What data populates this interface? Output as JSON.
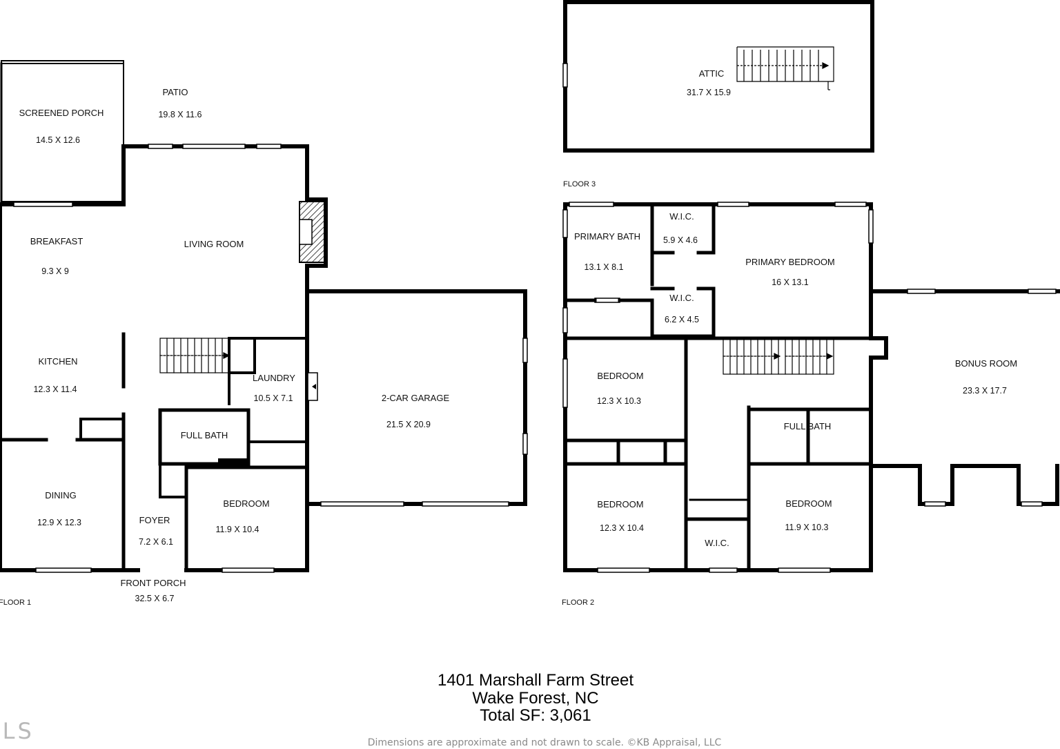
{
  "floors": {
    "floor1": "FLOOR 1",
    "floor2": "FLOOR 2",
    "floor3": "FLOOR 3"
  },
  "rooms": {
    "screened_porch": {
      "name": "SCREENED PORCH",
      "dim": "14.5 X 12.6"
    },
    "patio": {
      "name": "PATIO",
      "dim": "19.8 X 11.6"
    },
    "breakfast": {
      "name": "BREAKFAST",
      "dim": "9.3 X 9"
    },
    "living_room": {
      "name": "LIVING ROOM"
    },
    "kitchen": {
      "name": "KITCHEN",
      "dim": "12.3 X 11.4"
    },
    "laundry": {
      "name": "LAUNDRY",
      "dim": "10.5 X 7.1"
    },
    "garage": {
      "name": "2-CAR GARAGE",
      "dim": "21.5 X 20.9"
    },
    "full_bath_1": {
      "name": "FULL BATH"
    },
    "dining": {
      "name": "DINING",
      "dim": "12.9 X 12.3"
    },
    "foyer": {
      "name": "FOYER",
      "dim": "7.2 X 6.1"
    },
    "bedroom_1": {
      "name": "BEDROOM",
      "dim": "11.9 X 10.4"
    },
    "front_porch": {
      "name": "FRONT PORCH",
      "dim": "32.5 X 6.7"
    },
    "attic": {
      "name": "ATTIC",
      "dim": "31.7 X 15.9"
    },
    "primary_bath": {
      "name": "PRIMARY BATH",
      "dim": "13.1 X 8.1"
    },
    "wic_1": {
      "name": "W.I.C.",
      "dim": "5.9 X 4.6"
    },
    "wic_2": {
      "name": "W.I.C.",
      "dim": "6.2 X 4.5"
    },
    "primary_bedroom": {
      "name": "PRIMARY BEDROOM",
      "dim": "16 X 13.1"
    },
    "bonus_room": {
      "name": "BONUS ROOM",
      "dim": "23.3 X 17.7"
    },
    "bedroom_2": {
      "name": "BEDROOM",
      "dim": "12.3 X 10.3"
    },
    "full_bath_2": {
      "name": "FULL BATH"
    },
    "bedroom_3": {
      "name": "BEDROOM",
      "dim": "12.3 X 10.4"
    },
    "bedroom_4": {
      "name": "BEDROOM",
      "dim": "11.9 X 10.3"
    },
    "wic_3": {
      "name": "W.I.C."
    }
  },
  "address": {
    "street": "1401 Marshall Farm Street",
    "city": "Wake Forest, NC",
    "total": "Total SF: 3,061"
  },
  "footer": "Dimensions are approximate and not drawn to scale. ©KB Appraisal, LLC",
  "logo_text": "MLS"
}
